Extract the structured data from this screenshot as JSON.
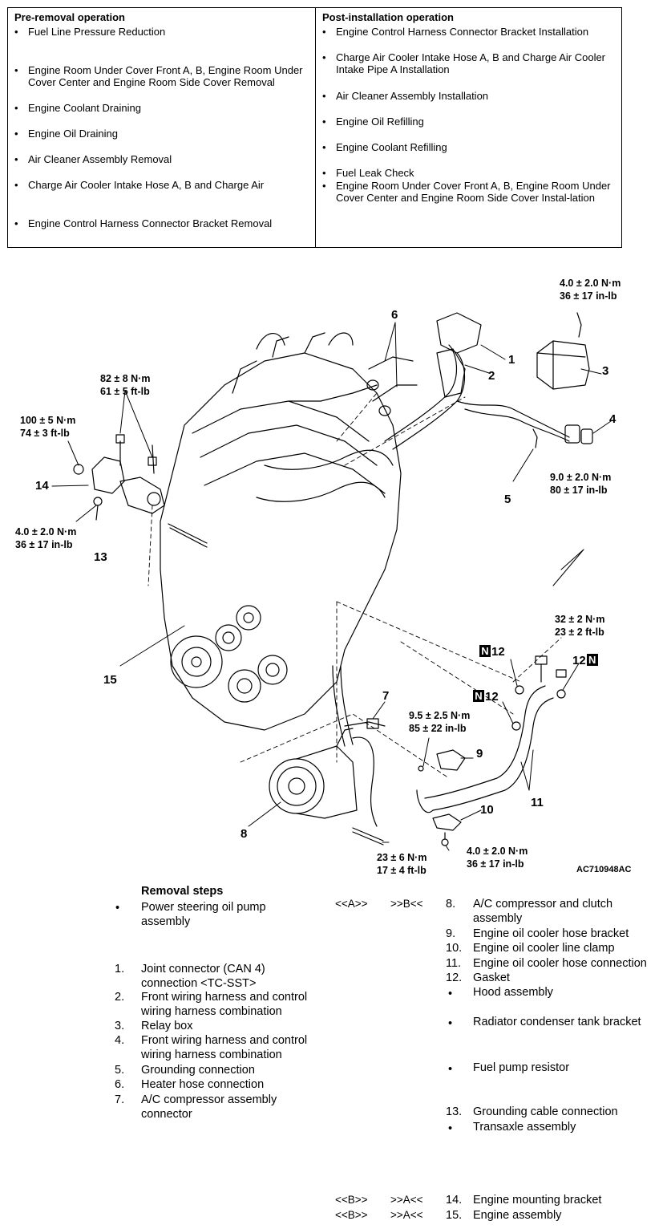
{
  "pre_removal": {
    "title": "Pre-removal operation",
    "items": [
      "Fuel Line Pressure Reduction",
      "Engine Room Under Cover Front A, B, Engine Room Under Cover Center and Engine Room Side Cover Removal",
      "Engine Coolant Draining",
      "Engine Oil Draining",
      "Air Cleaner Assembly Removal",
      "Charge Air Cooler Intake Hose A, B and Charge Air",
      "Engine Control Harness Connector Bracket Removal"
    ]
  },
  "post_installation": {
    "title": "Post-installation operation",
    "items": [
      "Engine Control Harness Connector Bracket Installation",
      "Charge Air Cooler Intake Hose A, B and Charge Air Cooler Intake Pipe A Installation",
      "Air Cleaner Assembly Installation",
      "Engine Oil Refilling",
      "Engine Coolant Refilling",
      "Fuel Leak Check",
      "Engine Room Under Cover Front A, B, Engine Room Under Cover Center and Engine Room Side Cover Instal-lation"
    ]
  },
  "diagram": {
    "torques": {
      "t1": [
        "4.0 ± 2.0 N·m",
        "36 ± 17 in-lb"
      ],
      "t2": [
        "82 ± 8 N·m",
        "61 ± 5 ft-lb"
      ],
      "t3": [
        "100 ± 5 N·m",
        "74 ± 3 ft-lb"
      ],
      "t4": [
        "4.0 ± 2.0 N·m",
        "36 ± 17 in-lb"
      ],
      "t5": [
        "9.0 ± 2.0 N·m",
        "80 ± 17 in-lb"
      ],
      "t6": [
        "32 ± 2 N·m",
        "23 ± 2 ft-lb"
      ],
      "t7": [
        "9.5 ± 2.5 N·m",
        "85 ± 22 in-lb"
      ],
      "t8": [
        "23 ± 6 N·m",
        "17 ± 4 ft-lb"
      ],
      "t9": [
        "4.0 ± 2.0 N·m",
        "36 ± 17 in-lb"
      ]
    },
    "labels": {
      "n1": "1",
      "n2": "2",
      "n3": "3",
      "n4": "4",
      "n5": "5",
      "n6": "6",
      "n7": "7",
      "n8": "8",
      "n9": "9",
      "n10": "10",
      "n11": "11",
      "n13": "13",
      "n14": "14",
      "n15": "15",
      "n12a": "12",
      "n12b": "12",
      "n12c": "12",
      "ncode": "N"
    },
    "ref_code": "AC710948AC"
  },
  "steps": {
    "title": "Removal steps",
    "bullet": "•",
    "left": [
      {
        "num": "",
        "text": "Power steering oil pump assembly"
      },
      {
        "num": "1.",
        "text": "Joint connector (CAN 4) connection <TC-SST>"
      },
      {
        "num": "2.",
        "text": "Front wiring harness and control wiring harness combination"
      },
      {
        "num": "3.",
        "text": "Relay box"
      },
      {
        "num": "4.",
        "text": "Front wiring harness and control wiring harness combination"
      },
      {
        "num": "5.",
        "text": "Grounding connection"
      },
      {
        "num": "6.",
        "text": "Heater hose connection"
      },
      {
        "num": "7.",
        "text": "A/C compressor assembly connector"
      }
    ],
    "right": [
      {
        "num": "8.",
        "text": "A/C compressor and clutch assembly"
      },
      {
        "num": "9.",
        "text": "Engine oil cooler hose bracket"
      },
      {
        "num": "10.",
        "text": "Engine oil cooler line clamp"
      },
      {
        "num": "11.",
        "text": "Engine oil cooler hose connection"
      },
      {
        "num": "12.",
        "text": "Gasket"
      },
      {
        "num": "",
        "text": "Hood assembly"
      },
      {
        "num": "",
        "text": "Radiator condenser tank bracket"
      },
      {
        "num": "",
        "text": "Fuel pump resistor"
      },
      {
        "num": "13.",
        "text": "Grounding cable connection"
      },
      {
        "num": "",
        "text": "Transaxle assembly"
      },
      {
        "num": "14.",
        "text": "Engine mounting bracket"
      },
      {
        "num": "15.",
        "text": "Engine assembly"
      }
    ],
    "marks": {
      "m8a": "<<A>>",
      "m8b": ">>B<<",
      "m14a": "<<B>>",
      "m14b": ">>A<<",
      "m15a": "<<B>>",
      "m15b": ">>A<<"
    }
  }
}
